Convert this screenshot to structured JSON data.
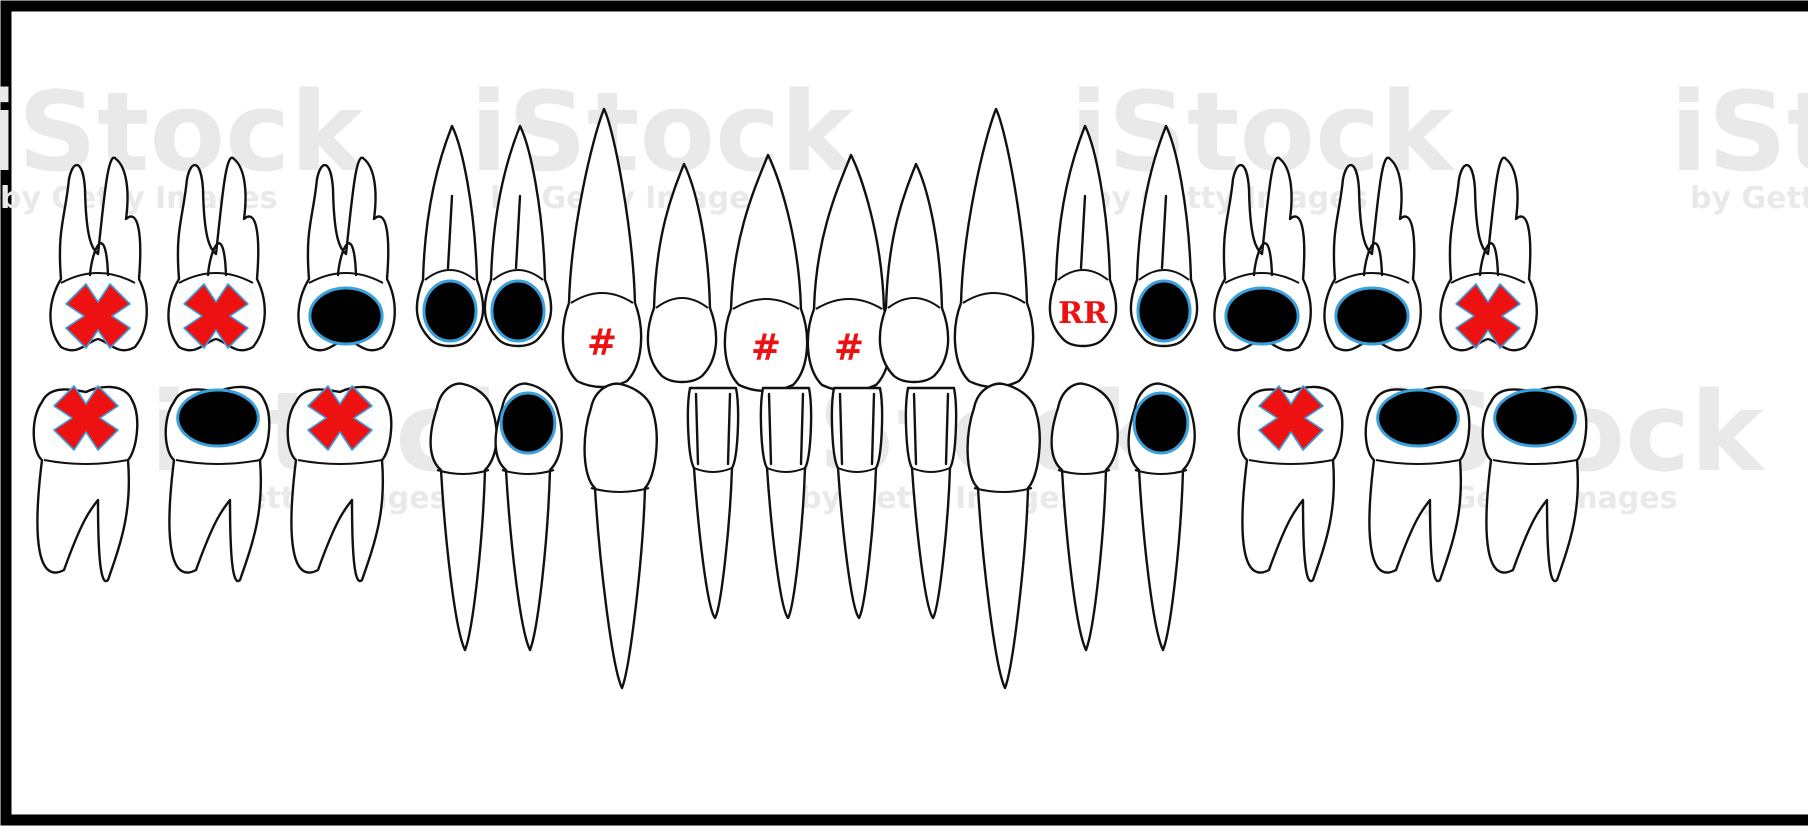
{
  "diagram": {
    "marker_colors": {
      "filling": "#000000",
      "filling_outline": "#3aa0dd",
      "extraction": "#ee1111",
      "label": "#ee1111"
    },
    "watermark": {
      "brand": "iStock",
      "byline": "by Getty Images"
    },
    "upper_arch": [
      {
        "type": "molar",
        "mark": "x"
      },
      {
        "type": "molar",
        "mark": "x"
      },
      {
        "type": "molar",
        "mark": "fill"
      },
      {
        "type": "premolar",
        "mark": "fill"
      },
      {
        "type": "premolar",
        "mark": "fill"
      },
      {
        "type": "canine",
        "mark": "text",
        "label": "#"
      },
      {
        "type": "lateral",
        "mark": "none"
      },
      {
        "type": "central",
        "mark": "text",
        "label": "#"
      },
      {
        "type": "central",
        "mark": "text",
        "label": "#"
      },
      {
        "type": "lateral",
        "mark": "none"
      },
      {
        "type": "canine",
        "mark": "none"
      },
      {
        "type": "premolar",
        "mark": "text",
        "label": "RR"
      },
      {
        "type": "premolar",
        "mark": "fill"
      },
      {
        "type": "molar",
        "mark": "fill"
      },
      {
        "type": "molar",
        "mark": "fill"
      },
      {
        "type": "molar",
        "mark": "x"
      }
    ],
    "lower_arch": [
      {
        "type": "molar",
        "mark": "x"
      },
      {
        "type": "molar",
        "mark": "fill"
      },
      {
        "type": "molar",
        "mark": "x"
      },
      {
        "type": "premolar",
        "mark": "none"
      },
      {
        "type": "premolar",
        "mark": "fill"
      },
      {
        "type": "canine",
        "mark": "none"
      },
      {
        "type": "incisor",
        "mark": "none"
      },
      {
        "type": "incisor",
        "mark": "none"
      },
      {
        "type": "incisor",
        "mark": "none"
      },
      {
        "type": "incisor",
        "mark": "none"
      },
      {
        "type": "canine",
        "mark": "none"
      },
      {
        "type": "premolar",
        "mark": "none"
      },
      {
        "type": "premolar",
        "mark": "fill"
      },
      {
        "type": "molar",
        "mark": "x"
      },
      {
        "type": "molar",
        "mark": "fill"
      },
      {
        "type": "molar",
        "mark": "fill"
      }
    ]
  }
}
